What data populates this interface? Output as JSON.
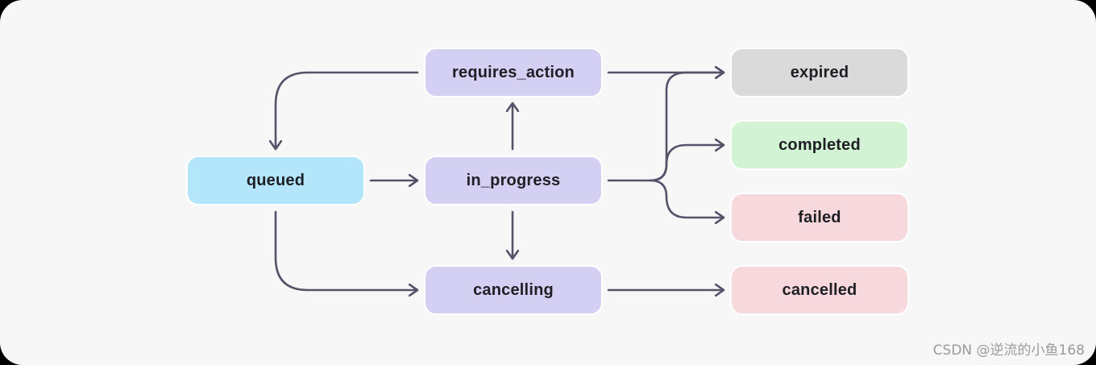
{
  "nodes": {
    "queued": {
      "label": "queued",
      "color": "#b3e6fb"
    },
    "requires_action": {
      "label": "requires_action",
      "color": "#d3d0f3"
    },
    "in_progress": {
      "label": "in_progress",
      "color": "#d3d0f3"
    },
    "cancelling": {
      "label": "cancelling",
      "color": "#d3d0f3"
    },
    "expired": {
      "label": "expired",
      "color": "#dadada"
    },
    "completed": {
      "label": "completed",
      "color": "#d2f4d4"
    },
    "failed": {
      "label": "failed",
      "color": "#f7d9dd"
    },
    "cancelled": {
      "label": "cancelled",
      "color": "#f7d9dd"
    }
  },
  "edges": [
    {
      "from": "queued",
      "to": "in_progress"
    },
    {
      "from": "queued",
      "to": "cancelling"
    },
    {
      "from": "requires_action",
      "to": "queued"
    },
    {
      "from": "requires_action",
      "to": "expired"
    },
    {
      "from": "in_progress",
      "to": "requires_action"
    },
    {
      "from": "in_progress",
      "to": "cancelling"
    },
    {
      "from": "in_progress",
      "to": "expired"
    },
    {
      "from": "in_progress",
      "to": "completed"
    },
    {
      "from": "in_progress",
      "to": "failed"
    },
    {
      "from": "cancelling",
      "to": "cancelled"
    }
  ],
  "edge_color": "#55536a",
  "watermark": "CSDN @逆流的小鱼168"
}
